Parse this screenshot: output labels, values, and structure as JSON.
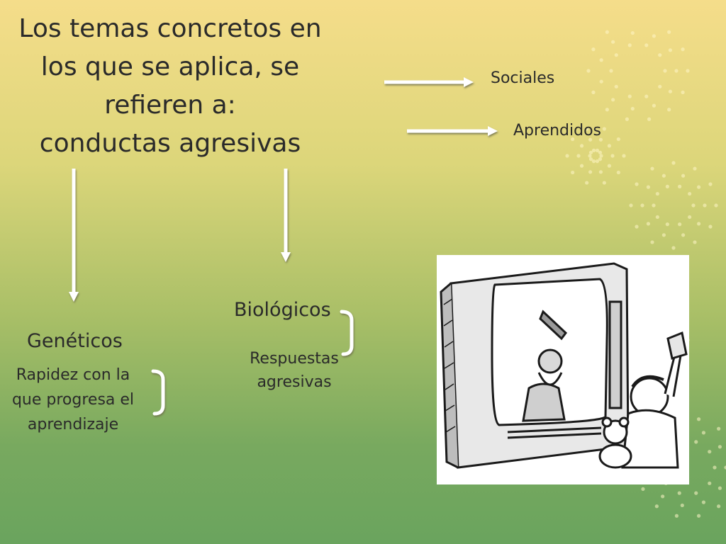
{
  "title": {
    "line1": "Los temas concretos en",
    "line2": "los que se aplica, se",
    "line3": "refieren a:",
    "line4": "conductas agresivas"
  },
  "sociales": "Sociales",
  "aprendidos": "Aprendidos",
  "biologicos": "Biológicos",
  "respuestas": {
    "line1": "Respuestas",
    "line2": "agresivas"
  },
  "geneticos": "Genéticos",
  "rapidez": {
    "line1": "Rapidez con la",
    "line2": "que progresa el",
    "line3": "aprendizaje"
  },
  "illustration": "television-with-child-illustration",
  "colors": {
    "arrow": "#ffffff",
    "arrow_shadow": "#8a8a6a",
    "text": "#2a2a2a"
  }
}
